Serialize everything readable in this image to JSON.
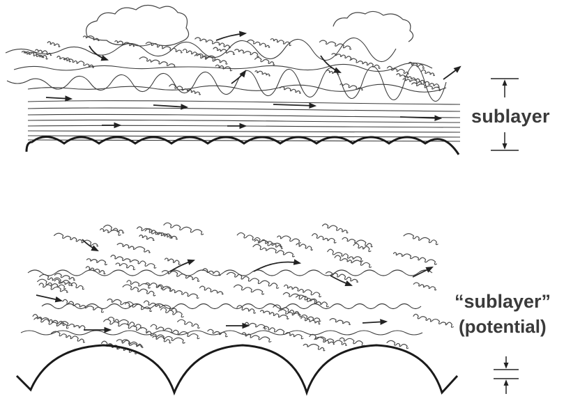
{
  "labels": {
    "top_sublayer": "sublayer",
    "bottom_sublayer": "“sublayer”",
    "bottom_potential": "(potential)"
  },
  "colors": {
    "ink": "#2f2f2f",
    "ink_light": "#6a6a6a",
    "text": "#3a3a3a",
    "background": "#ffffff"
  },
  "icons": {
    "flow_arrow": "arrow-icon",
    "dimension_marker": "dimension-arrow-icon"
  }
}
